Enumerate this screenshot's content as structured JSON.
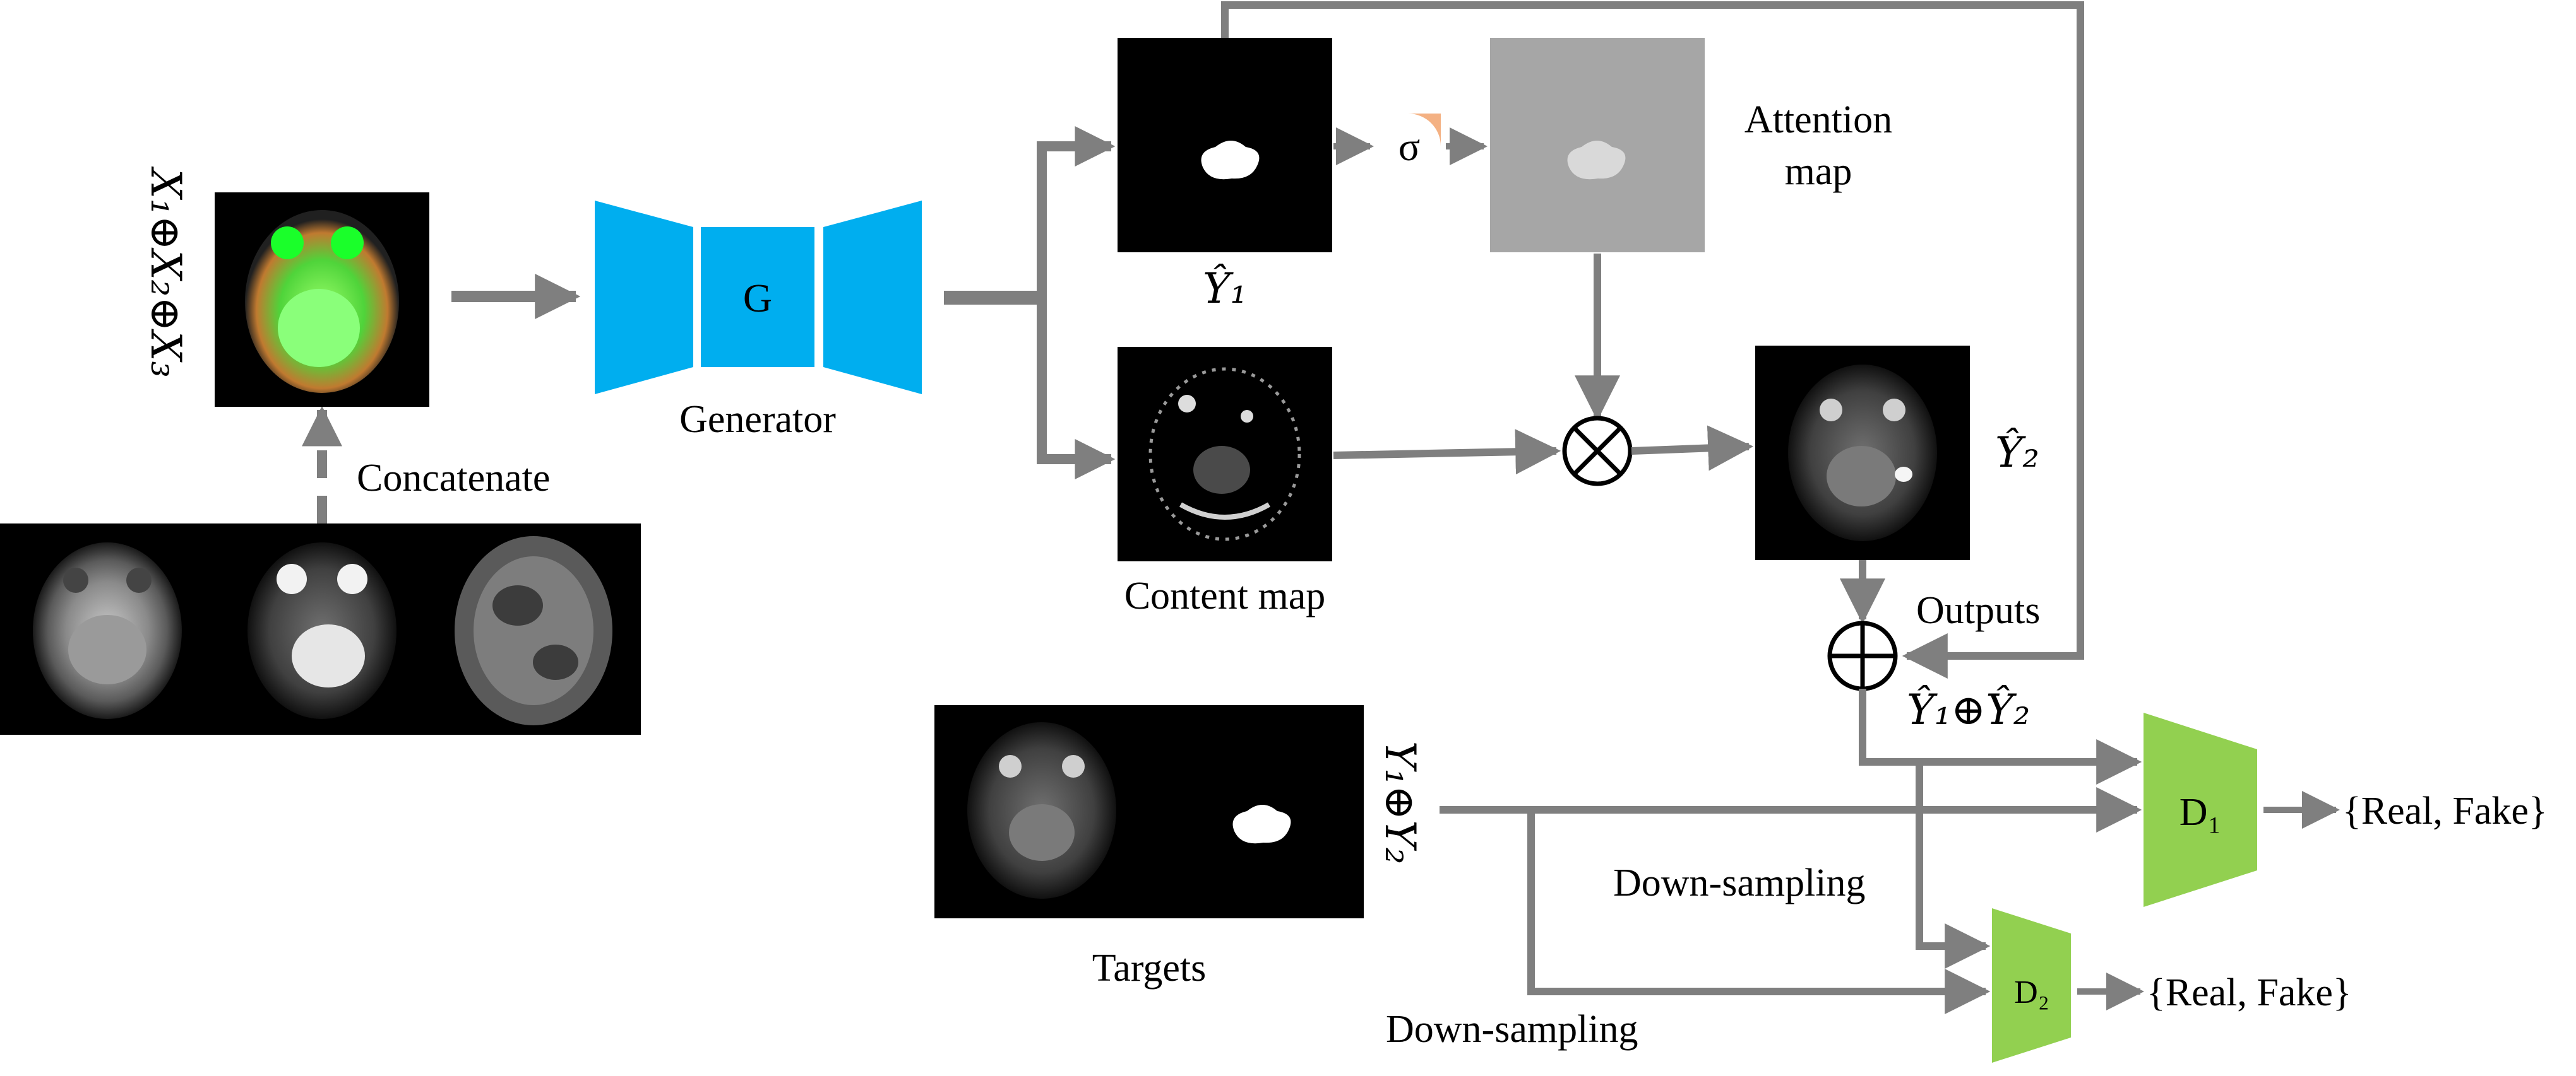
{
  "labels": {
    "input_concat_formula": "X₁⊕X₂⊕X₃",
    "concatenate": "Concatenate",
    "generator_letter": "G",
    "generator": "Generator",
    "y1_hat": "Ŷ₁",
    "sigma": "σ",
    "attention_line1": "Attention",
    "attention_line2": "map",
    "content_map": "Content map",
    "y2_hat": "Ŷ₂",
    "outputs": "Outputs",
    "outputs_formula": "Ŷ₁⊕Ŷ₂",
    "targets": "Targets",
    "targets_formula": "Y₁⊕Y₂",
    "d1": "D₁",
    "d2": "D₂",
    "d1_output": "{Real, Fake}",
    "d2_output": "{Real, Fake}",
    "downsampling_1": "Down-sampling",
    "downsampling_2": "Down-sampling",
    "multiply_symbol": "⊗",
    "plus_symbol": "⊕"
  },
  "colors": {
    "generator": "#00aeef",
    "discriminator": "#92d050",
    "sigmoid": "#f4b183",
    "arrow": "#7f7f7f",
    "image_bg": "#000000",
    "attention_bg": "#a6a6a6"
  }
}
